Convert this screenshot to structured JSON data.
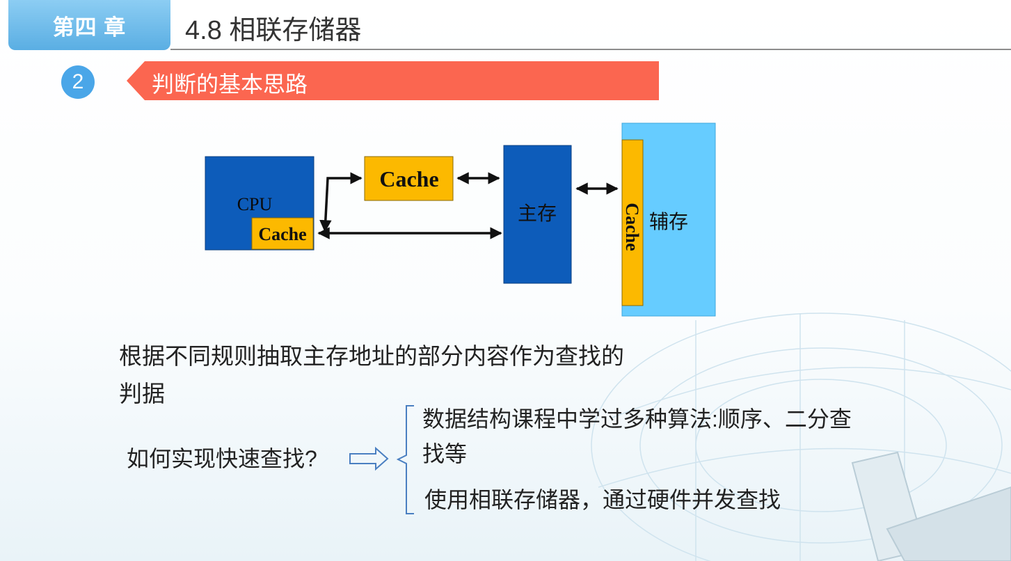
{
  "header": {
    "chapter_label": "第四 章",
    "title": "4.8 相联存储器"
  },
  "section": {
    "number": "2",
    "heading": "判断的基本思路"
  },
  "diagram": {
    "cpu_label": "CPU",
    "cpu_cache_label": "Cache",
    "cache_label": "Cache",
    "main_memory_label": "主存",
    "aux_cache_label": "Cache",
    "aux_memory_label": "辅存",
    "colors": {
      "cpu": "#0d5cba",
      "cache": "#fcb900",
      "main_memory": "#0d5cba",
      "aux_memory": "#66ccff"
    }
  },
  "content": {
    "line1": "根据不同规则抽取主存地址的部分内容作为查找的",
    "line2": "判据",
    "question": "如何实现快速查找?",
    "option1_line1": "数据结构课程中学过多种算法:顺序、二分查",
    "option1_line2": "找等",
    "option2": "使用相联存储器，通过硬件并发查找"
  }
}
